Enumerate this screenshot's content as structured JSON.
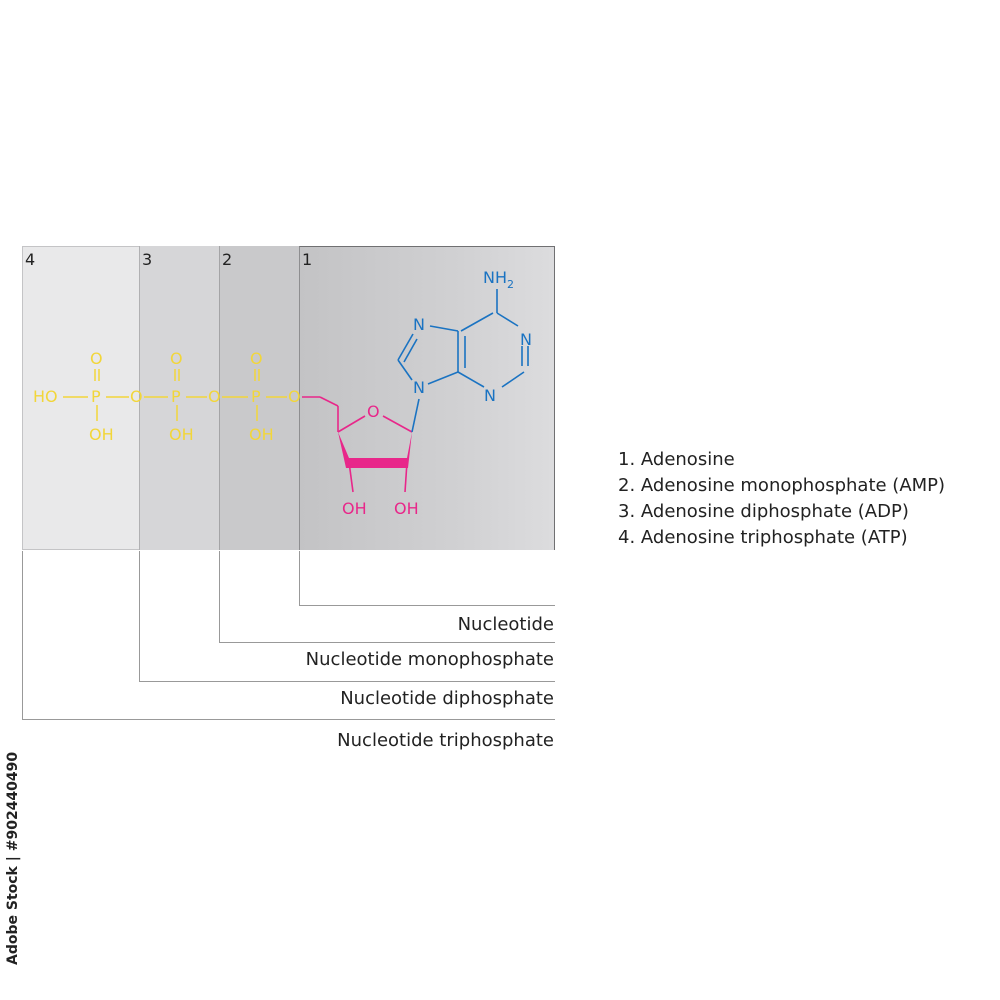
{
  "regions": [
    {
      "number": "4"
    },
    {
      "number": "3"
    },
    {
      "number": "2"
    },
    {
      "number": "1"
    }
  ],
  "molecule": {
    "phosphate_color": "#f2d63a",
    "sugar_color": "#e8278a",
    "base_color": "#1a73c2",
    "phosphates": {
      "terminal_oh": "HO",
      "phosphorus": "P",
      "oxygen": "O",
      "hydroxyl": "OH"
    },
    "sugar": {
      "ring_oxygen": "O",
      "hydroxyl_left": "OH",
      "hydroxyl_right": "OH"
    },
    "base": {
      "amine": "NH",
      "amine_subscript": "2",
      "nitrogen": "N"
    }
  },
  "brackets": [
    {
      "label": "Nucleotide"
    },
    {
      "label": "Nucleotide monophosphate"
    },
    {
      "label": "Nucleotide diphosphate"
    },
    {
      "label": "Nucleotide triphosphate"
    }
  ],
  "legend": [
    "1. Adenosine",
    "2. Adenosine monophosphate (AMP)",
    "3. Adenosine diphosphate (ADP)",
    "4. Adenosine triphosphate (ATP)"
  ],
  "credit": "Adobe Stock | #902440490"
}
